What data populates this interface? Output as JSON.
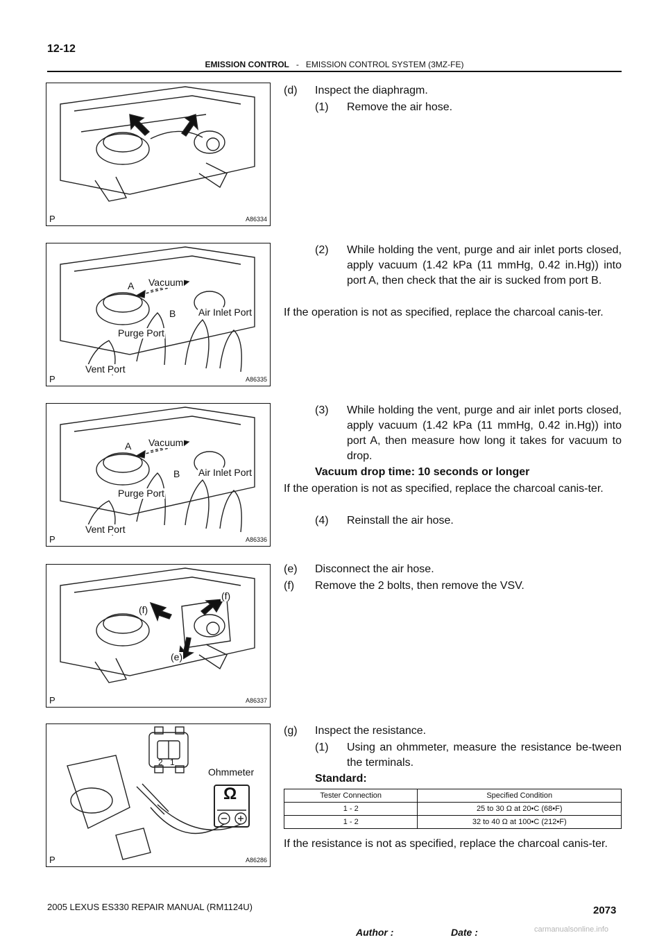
{
  "header": {
    "page_number": "12-12",
    "section": "EMISSION CONTROL",
    "separator": "-",
    "subsection": "EMISSION CONTROL SYSTEM (3MZ-FE)"
  },
  "figures": [
    {
      "id": "A86334",
      "corner": "P",
      "labels": []
    },
    {
      "id": "A86335",
      "corner": "P",
      "labels": [
        "A",
        "Vacuum",
        "B",
        "Air Inlet Port",
        "Purge Port",
        "Vent Port"
      ]
    },
    {
      "id": "A86336",
      "corner": "P",
      "labels": [
        "A",
        "Vacuum",
        "B",
        "Air Inlet Port",
        "Purge Port",
        "Vent Port"
      ]
    },
    {
      "id": "A86337",
      "corner": "P",
      "labels": [
        "(f)",
        "(f)",
        "(e)"
      ]
    },
    {
      "id": "A86286",
      "corner": "P",
      "labels": [
        "Ohmmeter",
        "2",
        "1"
      ]
    }
  ],
  "steps": {
    "d_num": "(d)",
    "d_text": "Inspect the diaphragm.",
    "d1_num": "(1)",
    "d1_text": "Remove the air hose.",
    "d2_num": "(2)",
    "d2_text": "While holding the vent, purge and air inlet ports closed, apply vacuum (1.42 kPa (11 mmHg, 0.42 in.Hg)) into port A, then check that the air is sucked from port B.",
    "d2_note": "If the operation is not as specified, replace the charcoal canis-ter.",
    "d3_num": "(3)",
    "d3_text": "While holding the vent, purge and air inlet ports closed, apply vacuum (1.42 kPa (11 mmHg, 0.42 in.Hg)) into port A, then measure how long it takes for vacuum to drop.",
    "d3_spec": "Vacuum drop time: 10 seconds or longer",
    "d3_note": "If the operation is not as specified, replace the charcoal canis-ter.",
    "d4_num": "(4)",
    "d4_text": "Reinstall the air hose.",
    "e_num": "(e)",
    "e_text": "Disconnect the air hose.",
    "f_num": "(f)",
    "f_text": "Remove the 2 bolts, then remove the VSV.",
    "g_num": "(g)",
    "g_text": "Inspect the resistance.",
    "g1_num": "(1)",
    "g1_text": "Using an ohmmeter, measure the resistance be-tween the terminals.",
    "standard": "Standard:",
    "g_note": "If the resistance is not as specified, replace the charcoal canis-ter."
  },
  "spec_table": {
    "headers": [
      "Tester Connection",
      "Specified Condition"
    ],
    "rows": [
      [
        "1 - 2",
        "25 to 30 Ω at 20•C (68•F)"
      ],
      [
        "1 - 2",
        "32 to 40 Ω at 100•C (212•F)"
      ]
    ]
  },
  "footer": {
    "manual": "2005 LEXUS ES330 REPAIR MANUAL   (RM1124U)",
    "author": "Author :",
    "date": "Date :",
    "page": "2073",
    "watermark": "carmanualsonline.info"
  }
}
